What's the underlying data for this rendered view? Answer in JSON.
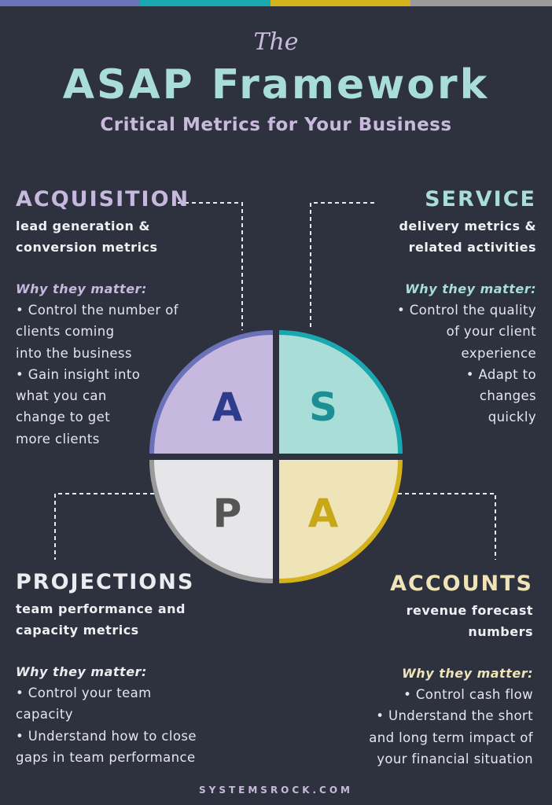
{
  "colors": {
    "background": "#2e313e",
    "acquisition": "#c6b8de",
    "acquisition_border": "#6c72b8",
    "acquisition_letter": "#2d3d8c",
    "service": "#a8ddd8",
    "service_border": "#1aa8b0",
    "service_letter": "#1b8f93",
    "projections": "#e6e6e8",
    "projections_border": "#9a9a9a",
    "projections_letter": "#555555",
    "accounts": "#efe3b8",
    "accounts_border": "#d4b21c",
    "accounts_letter": "#c9a818",
    "top_bar": [
      "#6c72b8",
      "#1aa8b0",
      "#d4b21c",
      "#9a9a9a"
    ]
  },
  "header": {
    "the": "The",
    "title": "ASAP Framework",
    "subtitle": "Critical Metrics for Your Business"
  },
  "quadrant_letters": {
    "acquisition": "A",
    "service": "S",
    "projections": "P",
    "accounts": "A"
  },
  "sections": {
    "acquisition": {
      "heading": "ACQUISITION",
      "sub": [
        "lead generation &",
        "conversion metrics"
      ],
      "why": "Why they matter:",
      "bullets": [
        "• Control the number of",
        "clients coming",
        "into the business",
        "• Gain insight into",
        "what you can",
        "change to get",
        "more clients"
      ]
    },
    "service": {
      "heading": "SERVICE",
      "sub": [
        "delivery metrics &",
        "related activities"
      ],
      "why": "Why they matter:",
      "bullets": [
        "• Control the quality",
        "of your client",
        "experience",
        "• Adapt to",
        "changes",
        "quickly"
      ]
    },
    "projections": {
      "heading": "PROJECTIONS",
      "sub": [
        "team performance and",
        "capacity metrics"
      ],
      "why": "Why they matter:",
      "bullets": [
        "• Control your team",
        "capacity",
        "• Understand how to close",
        "gaps in team performance"
      ]
    },
    "accounts": {
      "heading": "ACCOUNTS",
      "sub": [
        "revenue forecast",
        "numbers"
      ],
      "why": "Why they matter:",
      "bullets": [
        "• Control cash flow",
        "• Understand the short",
        "and long term impact of",
        "your financial situation"
      ]
    }
  },
  "footer": "SYSTEMSROCK.COM"
}
